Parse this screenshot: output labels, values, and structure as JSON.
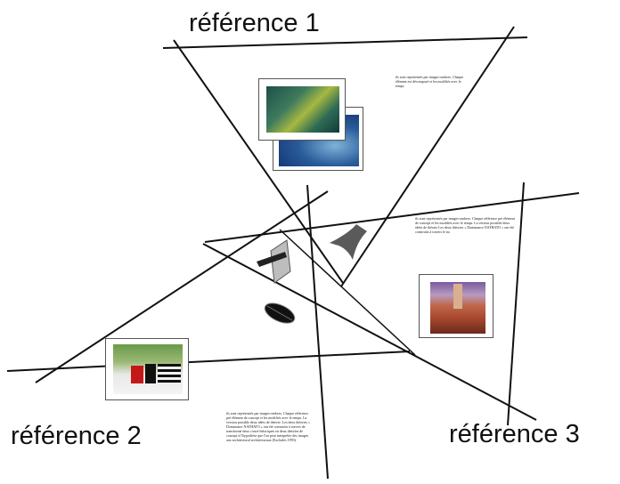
{
  "labels": {
    "ref1": "référence 1",
    "ref2": "référence 2",
    "ref3": "référence 3"
  },
  "notes": {
    "note1": "ils sont représentés par images-ombres. Chaque élément est décomposé et les modifiés avec le temps",
    "note2": "ils sont représentés par images-ombres. Chaque référence pré élément de concept et les modifiés avec le temps. La version possible deux idées de théorie Les deux théories « Dominance NATHATO » ont été construits à travers le no",
    "note3": "ils sont représentés par images-ombres. Chaque référence pré élément de concept et les modifiés avec le temps. La version possible deux idées de théorie. Les deux théories « Dominance NATHATO » ont été construits à travers de transformé deux concé théoriques en deux théories de concept à l'hypothèse que l'on peut interpréter des images aux architectural architecturaux (Excludes 1993)."
  },
  "colors": {
    "line": "#111111",
    "shape": "#555555"
  }
}
